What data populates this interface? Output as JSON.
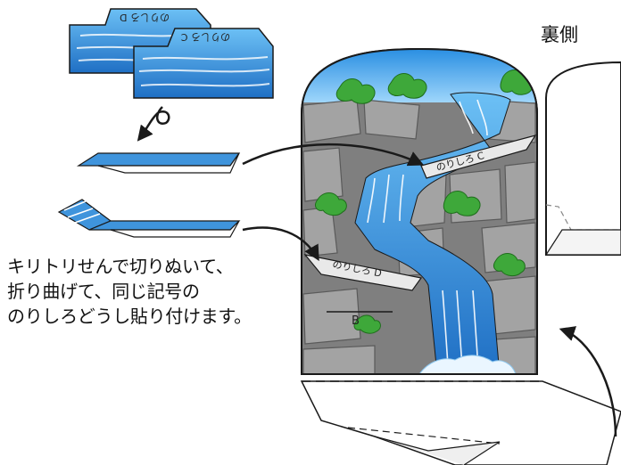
{
  "instructions": {
    "line1": "キリトリせんで切りぬいて、",
    "line2": "折り曲げて、同じ記号の",
    "line3": "のりしろどうし貼り付けます。"
  },
  "back_side_label": "裏側",
  "tabs": {
    "c_on_flat": "のりしろ C",
    "c_on_scene": "のりしろ C",
    "d_on_flat": "のりしろ D",
    "d_on_scene": "のりしろ D",
    "b_on_scene": "B"
  },
  "colors": {
    "water_blue": "#2f86d6",
    "sky_blue": "#3aa0e8",
    "rock_gray": "#8a8a8a",
    "foliage_green": "#3ea83a",
    "outline": "#1a1a1a"
  }
}
